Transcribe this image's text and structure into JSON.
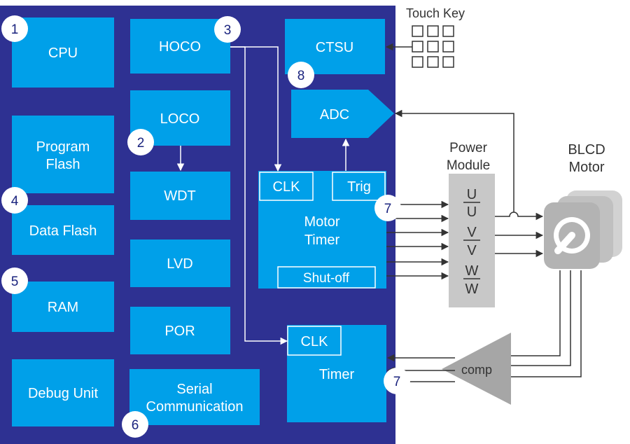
{
  "blocks": {
    "cpu": "CPU",
    "program_flash": [
      "Program",
      "Flash"
    ],
    "data_flash": "Data Flash",
    "ram": "RAM",
    "debug_unit": "Debug Unit",
    "hoco": "HOCO",
    "loco": "LOCO",
    "wdt": "WDT",
    "lvd": "LVD",
    "por": "POR",
    "serial_comm": [
      "Serial",
      "Communication"
    ],
    "ctsu": "CTSU",
    "adc": "ADC",
    "motor_timer": [
      "Motor",
      "Timer"
    ],
    "mt_clk": "CLK",
    "mt_trig": "Trig",
    "shutoff": "Shut-off",
    "timer": "Timer",
    "timer_clk": "CLK"
  },
  "external": {
    "touch_key": "Touch Key",
    "power_module": [
      "Power",
      "Module"
    ],
    "phases": [
      "U",
      "U",
      "V",
      "V",
      "W",
      "W"
    ],
    "blcd_motor": [
      "BLCD",
      "Motor"
    ],
    "comp": "comp"
  },
  "badges": [
    "1",
    "2",
    "3",
    "4",
    "5",
    "6",
    "7",
    "7",
    "8"
  ],
  "colors": {
    "chip_bg": "#2e3192",
    "block": "#00a0e9",
    "power_module": "#c8c8c8",
    "comp": "#a6a6a6",
    "motor": "#c6c6c6"
  }
}
